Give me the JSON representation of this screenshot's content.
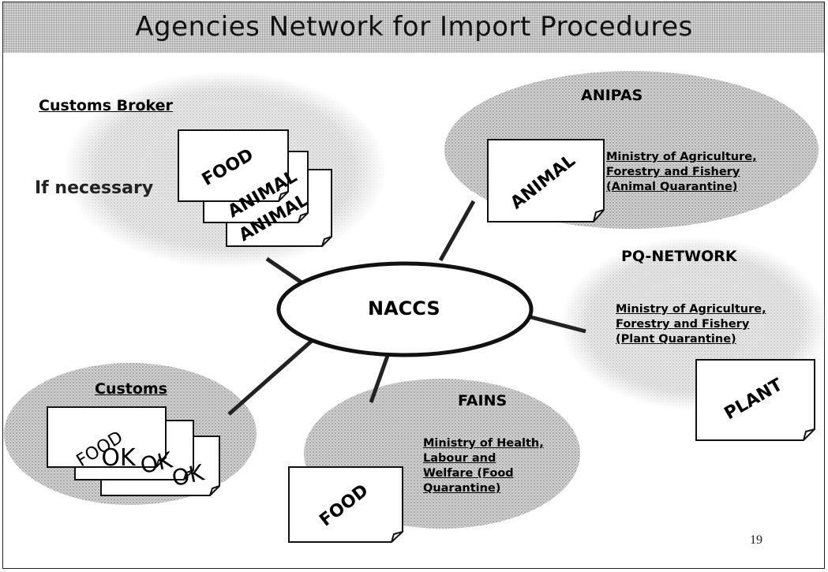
{
  "title": "Agencies Network for Import Procedures",
  "hub": {
    "label": "NACCS"
  },
  "customs_broker": {
    "heading": "Customs Broker",
    "note": "If necessary",
    "docs": [
      "FOOD",
      "ANIMAL",
      "ANIMAL"
    ]
  },
  "anipas": {
    "heading": "ANIPAS",
    "doc": "ANIMAL",
    "ministry": [
      "Ministry of Agriculture,",
      "Forestry and Fishery",
      "(Animal Quarantine)"
    ]
  },
  "pq_network": {
    "heading": "PQ-NETWORK",
    "doc": "PLANT",
    "ministry": [
      "Ministry of Agriculture,",
      "Forestry and Fishery",
      "(Plant Quarantine)"
    ]
  },
  "fains": {
    "heading": "FAINS",
    "doc": "FOOD",
    "ministry": [
      "Ministry of Health,",
      "Labour and",
      "Welfare (Food",
      "Quarantine)"
    ]
  },
  "customs": {
    "heading": "Customs",
    "doc_label": "FOOD",
    "stamp": "OK"
  },
  "page_number": "19",
  "colors": {
    "stipple_fill": "#c8c8c8",
    "stipple_dot": "#8a8a8a",
    "line": "#222222"
  }
}
